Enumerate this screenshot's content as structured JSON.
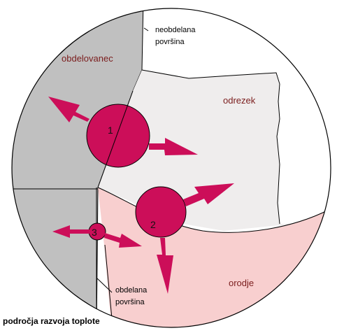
{
  "colors": {
    "workpiece": "#c0c0c0",
    "chip": "#efeded",
    "tool": "#f8cfcf",
    "heat": "#cc0e59",
    "outline": "#000000"
  },
  "labels": {
    "workpiece": "obdelovanec",
    "chip": "odrezek",
    "tool": "orodje",
    "unmachined_line1": "neobdelana",
    "unmachined_line2": "površina",
    "machined_line1": "obdelana",
    "machined_line2": "površina"
  },
  "zones": [
    {
      "number": "1"
    },
    {
      "number": "2"
    },
    {
      "number": "3"
    }
  ],
  "caption": "področja razvoja toplote"
}
